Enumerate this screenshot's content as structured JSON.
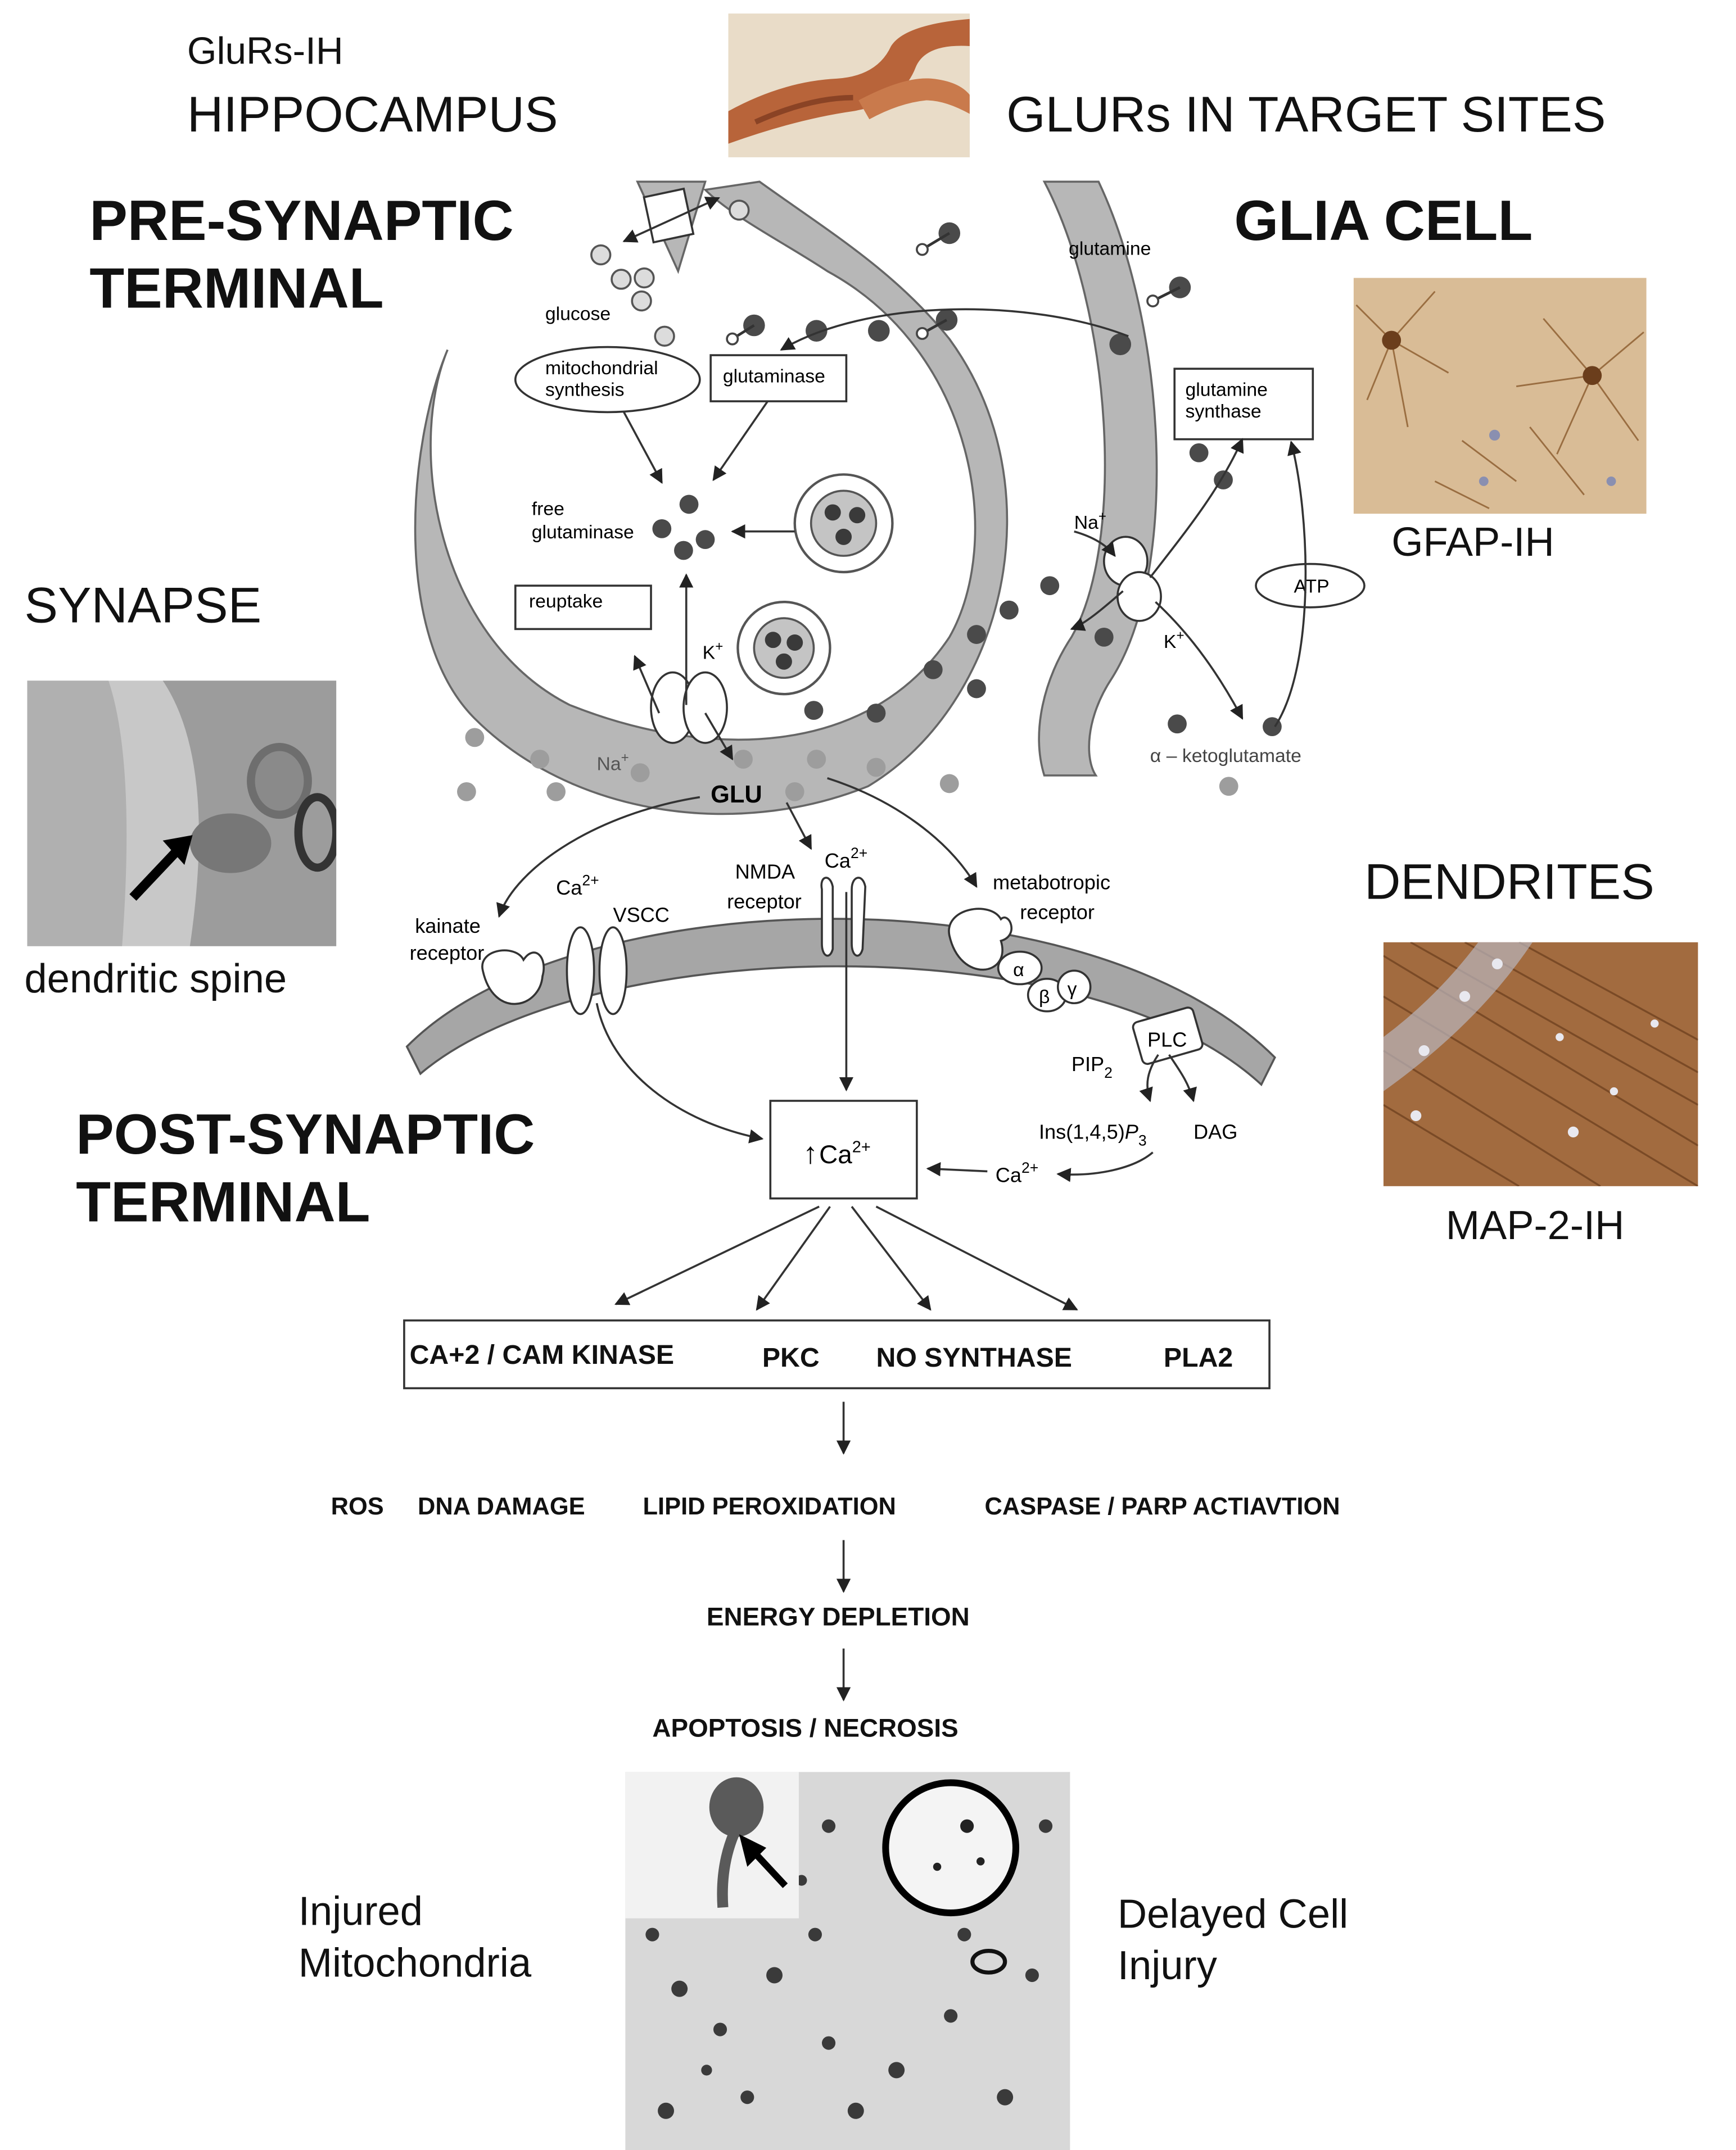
{
  "headers": {
    "glurs_ih": "GluRs-IH",
    "hippocampus": "HIPPOCAMPUS",
    "target_sites": "GLURs IN TARGET SITES",
    "pre_synaptic": [
      "PRE-SYNAPTIC",
      "TERMINAL"
    ],
    "glia_cell": "GLIA CELL",
    "synapse": "SYNAPSE",
    "dendritic_spine": "dendritic spine",
    "gfap_ih": "GFAP-IH",
    "dendrites": "DENDRITES",
    "map2_ih": "MAP-2-IH",
    "post_synaptic": [
      "POST-SYNAPTIC",
      "TERMINAL"
    ],
    "injured_mito": [
      "Injured",
      "Mitochondria"
    ],
    "delayed_injury": [
      "Delayed Cell",
      "Injury"
    ]
  },
  "diagram": {
    "glucose": "glucose",
    "mito_synthesis": [
      "mitochondrial",
      "synthesis"
    ],
    "glutaminase": "glutaminase",
    "free_glutaminase": [
      "free",
      "glutaminase"
    ],
    "reuptake": "reuptake",
    "glutamine": "glutamine",
    "glutamine_synthase": [
      "glutamine",
      "synthase"
    ],
    "atp": "ATP",
    "na": "Na",
    "k": "K",
    "plus": "+",
    "keto": "α – ketoglutamate",
    "glu": "GLU",
    "nmda": [
      "NMDA",
      "receptor"
    ],
    "ca": "Ca",
    "ca_sup": "2+",
    "vscc": "VSCC",
    "kainate": [
      "kainate",
      "receptor"
    ],
    "metabotropic": [
      "metabotropic",
      "receptor"
    ],
    "alpha": "α",
    "beta": "β",
    "gamma": "γ",
    "plc": "PLC",
    "pip": "PIP",
    "pip_sub": "2",
    "ins": "Ins(1,4,5)",
    "p3": "P",
    "p3_sub": "3",
    "dag": "DAG",
    "up_arrow": "↑"
  },
  "enzymes": [
    "CA+2 / CAM KINASE",
    "PKC",
    "NO SYNTHASE",
    "PLA2"
  ],
  "effects": [
    "ROS",
    "DNA DAMAGE",
    "LIPID PEROXIDATION",
    "CASPASE / PARP ACTIAVTION"
  ],
  "energy": "ENERGY DEPLETION",
  "death": "APOPTOSIS / NECROSIS"
}
